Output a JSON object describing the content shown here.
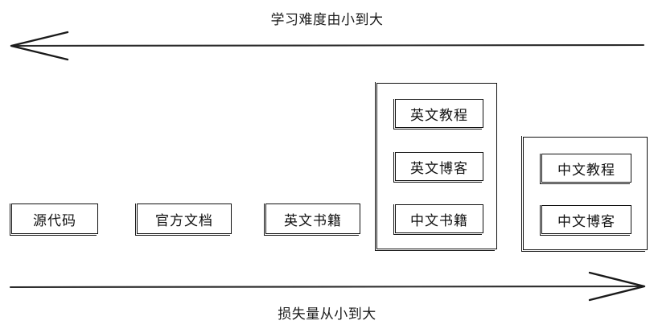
{
  "diagram": {
    "top_axis": {
      "label": "学习难度由小到大",
      "direction": "left",
      "arrow_name": "difficulty-axis-arrow"
    },
    "bottom_axis": {
      "label": "损失量从小到大",
      "direction": "right",
      "arrow_name": "loss-axis-arrow"
    },
    "standalone_nodes": [
      {
        "label": "源代码"
      },
      {
        "label": "官方文档"
      },
      {
        "label": "英文书籍"
      }
    ],
    "groups": [
      {
        "name": "group-english-cluster",
        "items": [
          {
            "label": "英文教程"
          },
          {
            "label": "英文博客"
          },
          {
            "label": "中文书籍"
          }
        ]
      },
      {
        "name": "group-chinese-cluster",
        "items": [
          {
            "label": "中文教程"
          },
          {
            "label": "中文博客"
          }
        ]
      }
    ],
    "colors": {
      "stroke": "#111111",
      "background": "#ffffff",
      "text": "#111111"
    }
  }
}
